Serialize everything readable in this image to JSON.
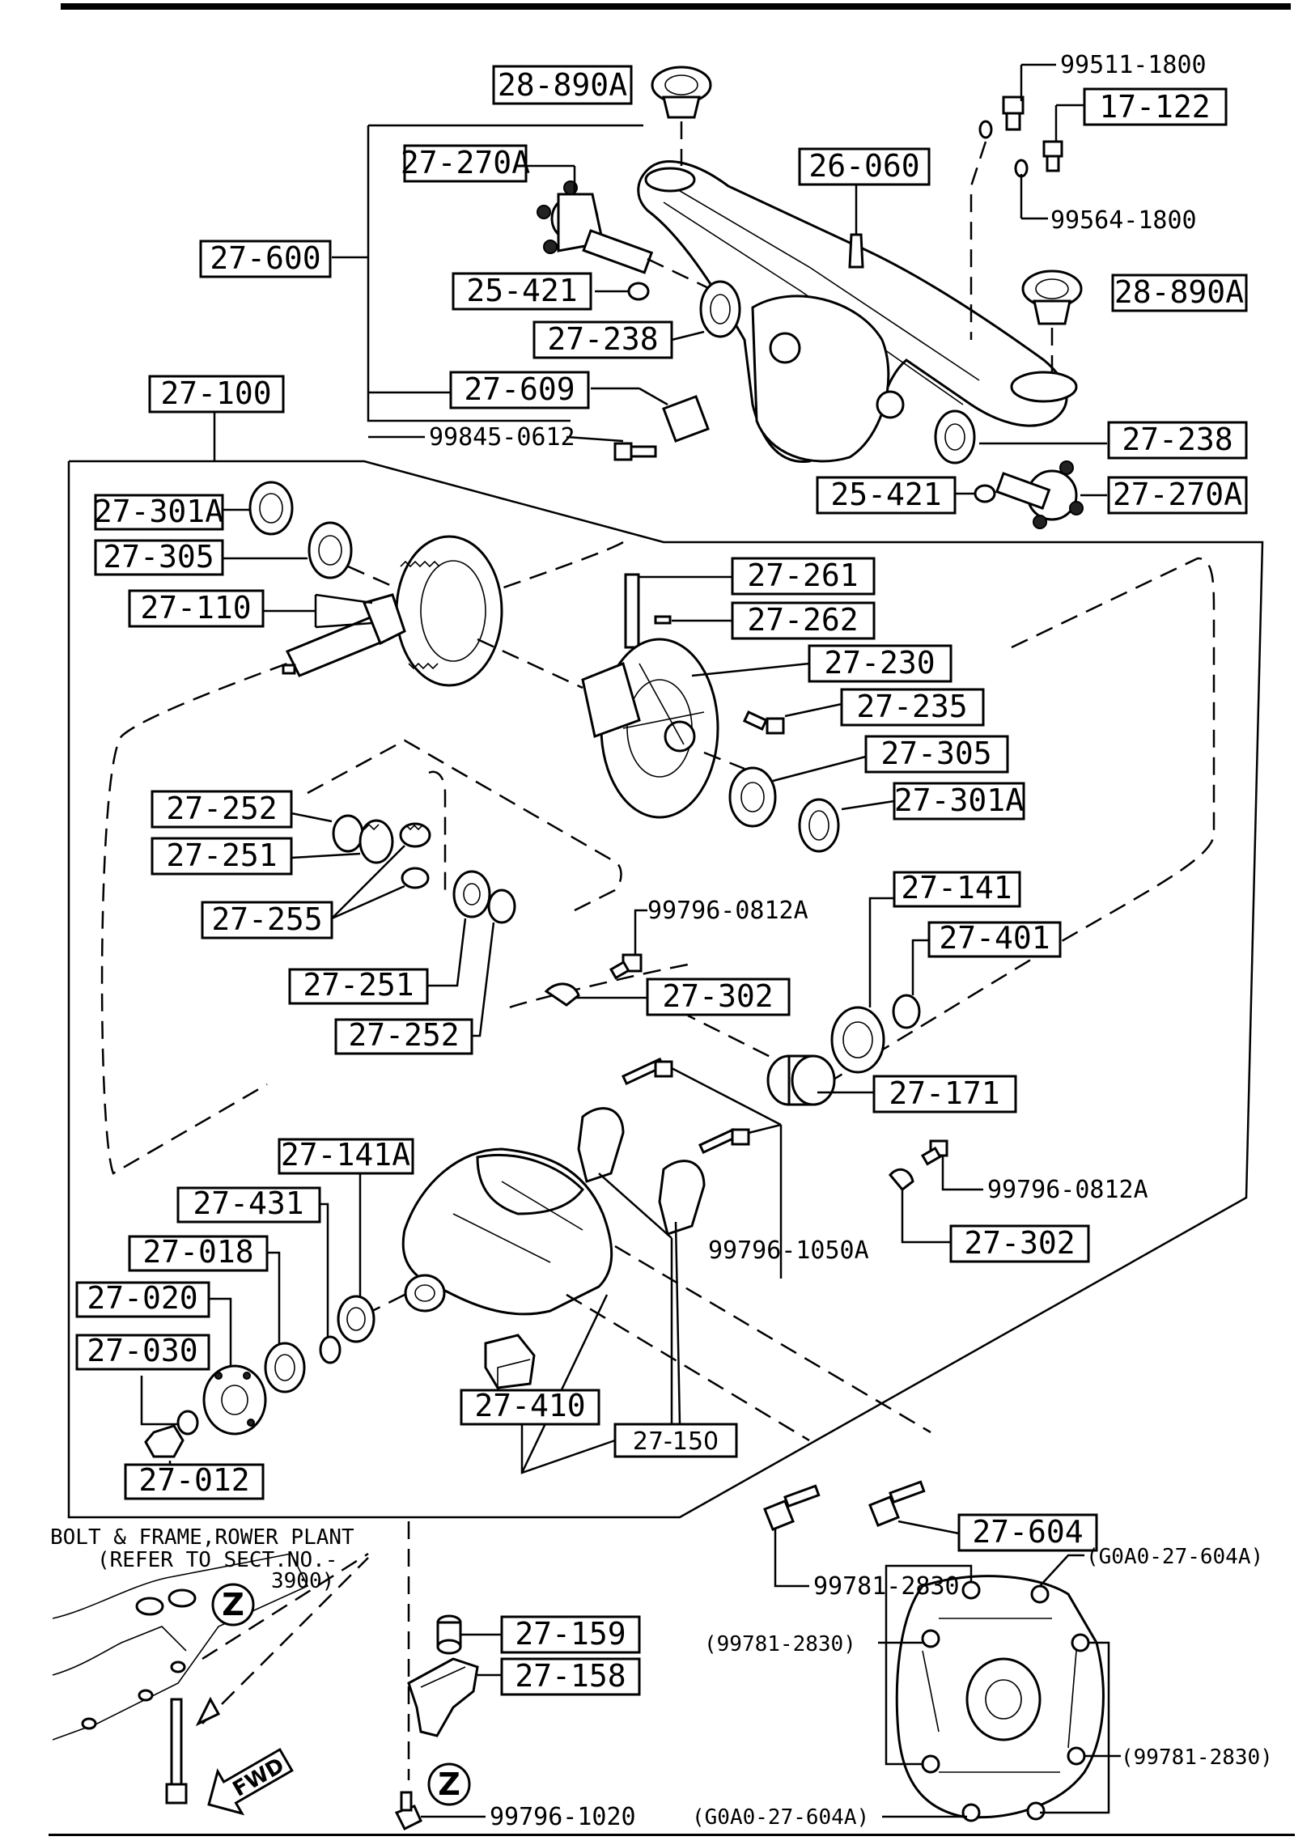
{
  "labels": {
    "l28_890A_top": "28-890A",
    "l99511_1800": "99511-1800",
    "l17_122": "17-122",
    "l27_270A_top": "27-270A",
    "l26_060": "26-060",
    "l99564_1800": "99564-1800",
    "l27_600": "27-600",
    "l25_421_top": "25-421",
    "l28_890A_right": "28-890A",
    "l27_238_left": "27-238",
    "l27_100": "27-100",
    "l27_609": "27-609",
    "l99845_0612": "99845-0612",
    "l27_238_right": "27-238",
    "l25_421_right": "25-421",
    "l27_270A_right": "27-270A",
    "l27_301A_left": "27-301A",
    "l27_305_left": "27-305",
    "l27_110": "27-110",
    "l27_261": "27-261",
    "l27_262": "27-262",
    "l27_230": "27-230",
    "l27_235": "27-235",
    "l27_305_right": "27-305",
    "l27_301A_right": "27-301A",
    "l27_252_top": "27-252",
    "l27_251_top": "27-251",
    "l27_255": "27-255",
    "l99796_0812A_top": "99796-0812A",
    "l27_141": "27-141",
    "l27_401": "27-401",
    "l27_251_low": "27-251",
    "l27_302_top": "27-302",
    "l27_252_low": "27-252",
    "l27_171": "27-171",
    "l27_141A": "27-141A",
    "l99796_0812A_low": "99796-0812A",
    "l27_431": "27-431",
    "l27_018": "27-018",
    "l99796_1050A": "99796-1050A",
    "l27_302_low": "27-302",
    "l27_020": "27-020",
    "l27_030": "27-030",
    "l27_410": "27-410",
    "l27_150": "27-150",
    "l27_012": "27-012",
    "l27_604": "27-604",
    "l99781_2830": "99781-2830",
    "l27_159": "27-159",
    "l27_158": "27-158",
    "l99796_1020": "99796-1020",
    "note_line1": "BOLT & FRAME,ROWER PLANT",
    "note_line2": "(REFER TO SECT.NO.-",
    "note_line3": "3900)",
    "z_mark_1": "Z",
    "z_mark_2": "Z",
    "fwd": "FWD",
    "detail_g0a0_top": "(G0A0-27-604A)",
    "detail_99781_left": "(99781-2830)",
    "detail_99781_right": "(99781-2830)",
    "detail_g0a0_bottom": "(G0A0-27-604A)"
  }
}
